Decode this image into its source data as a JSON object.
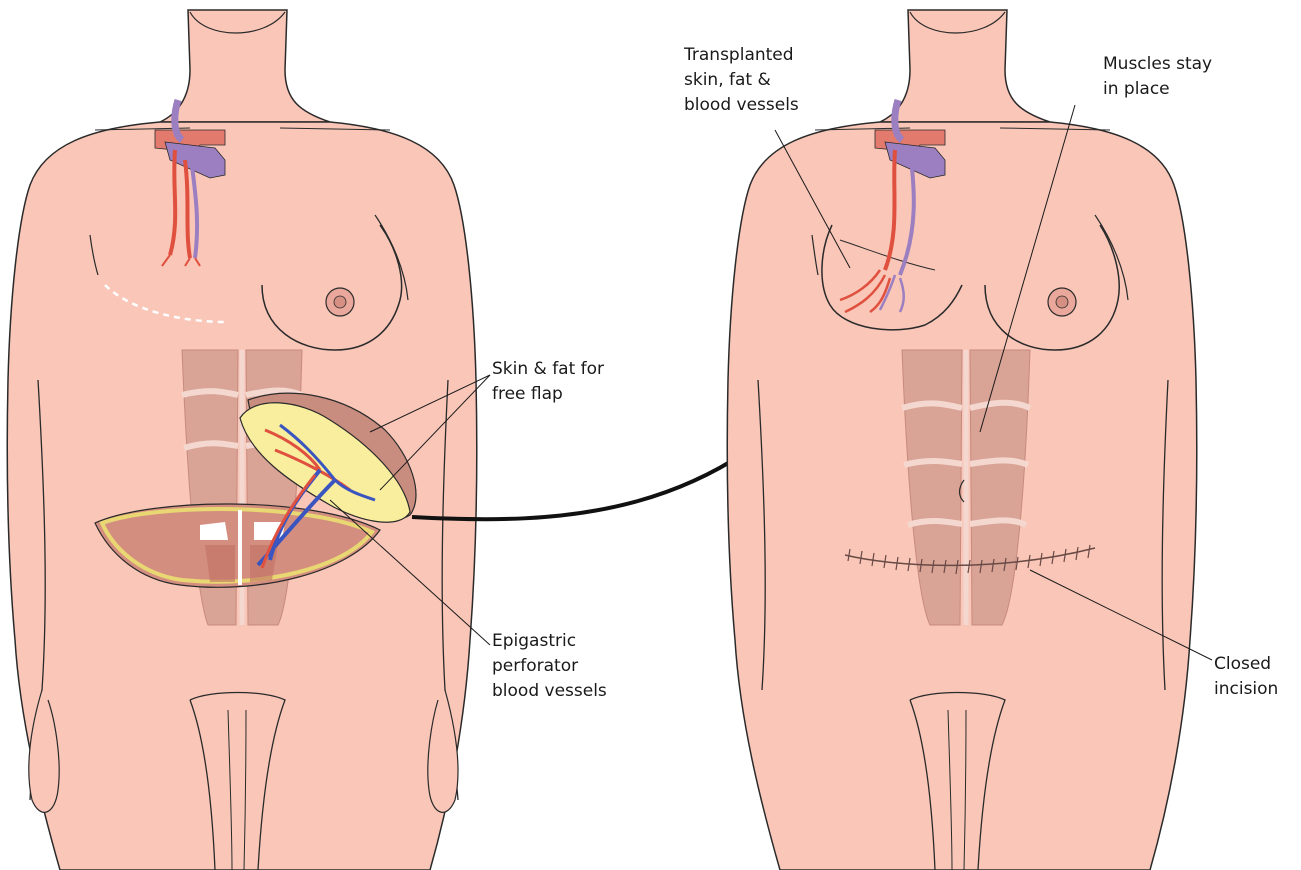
{
  "colors": {
    "skin": "#f9c6b8",
    "skin_outline": "#2a2a2a",
    "muscle": "#d9a396",
    "muscle_stripe": "#c78a7e",
    "fat": "#f8ee9e",
    "artery": "#e0503e",
    "vein": "#3a55c0",
    "flap_interior": "#d48e80",
    "arrow": "#111111"
  },
  "labels": {
    "skin_fat_flap": [
      "Skin & fat for",
      "free flap"
    ],
    "epigastric_vessels": [
      "Epigastric",
      "perforator",
      "blood vessels"
    ],
    "transplanted": [
      "Transplanted",
      "skin, fat &",
      "blood vessels"
    ],
    "muscles_stay": [
      "Muscles stay",
      "in place"
    ],
    "closed_incision": [
      "Closed",
      "incision"
    ]
  }
}
